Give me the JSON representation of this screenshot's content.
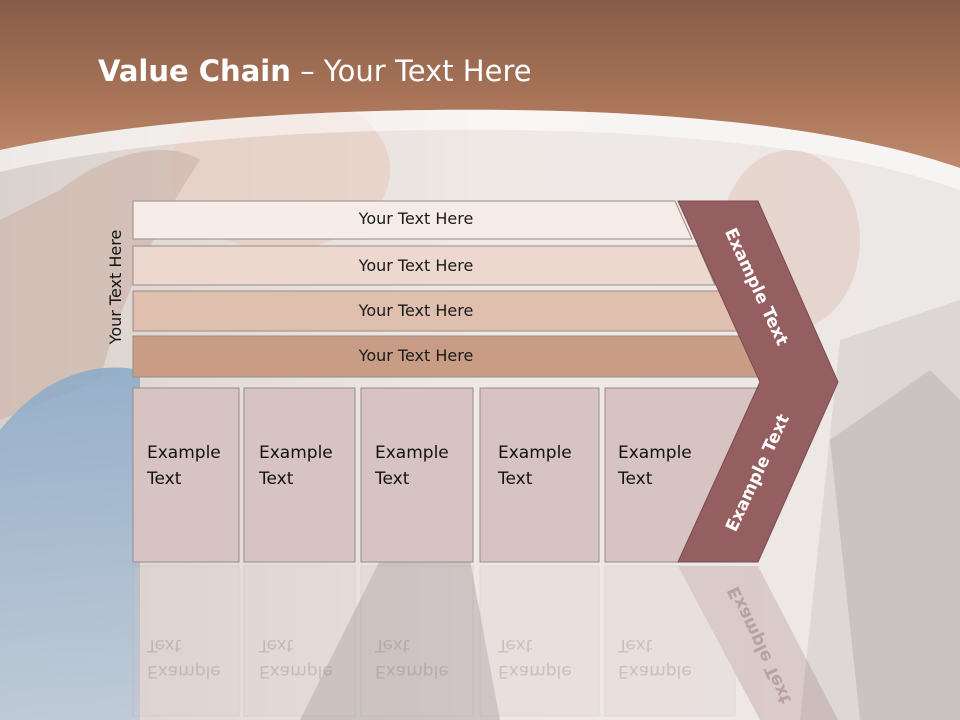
{
  "slide": {
    "title_bold": "Value Chain",
    "title_rest": " – Your Text Here",
    "vertical_label": "Your Text Here",
    "bars": [
      {
        "label": "Your Text Here",
        "color": "#f5ece8"
      },
      {
        "label": "Your Text Here",
        "color": "#ecd8ce"
      },
      {
        "label": "Your Text Here",
        "color": "#dfbfae"
      },
      {
        "label": "Your Text Here",
        "color": "#c99d85"
      }
    ],
    "boxes": [
      {
        "line1": "Example",
        "line2": "Text"
      },
      {
        "line1": "Example",
        "line2": "Text"
      },
      {
        "line1": "Example",
        "line2": "Text"
      },
      {
        "line1": "Example",
        "line2": "Text"
      },
      {
        "line1": "Example",
        "line2": "Text"
      }
    ],
    "chevron_upper_text": "Example Text",
    "chevron_lower_text": "Example Text",
    "colors": {
      "header": "#a86b4f",
      "chevron": "#955f61",
      "box_fill": "#d8c3c3"
    }
  }
}
